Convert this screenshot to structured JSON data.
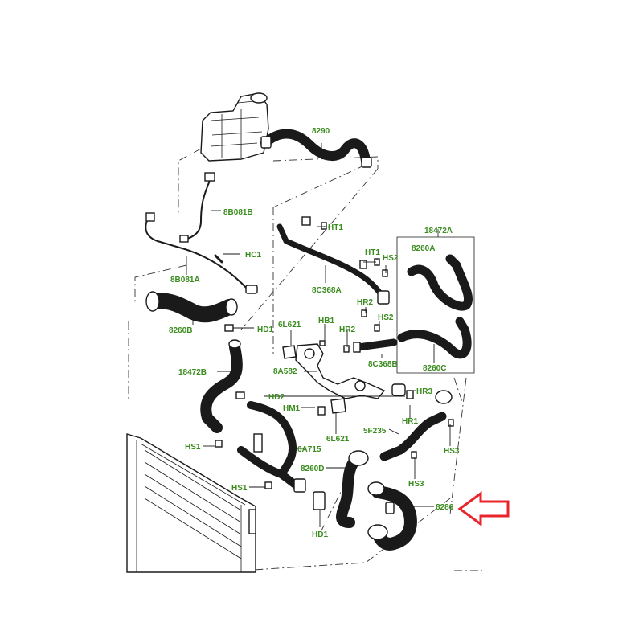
{
  "colors": {
    "label": "#3a8c1e",
    "arrow": "#e8252b",
    "line": "#1a1a1a"
  },
  "labels": {
    "l8290": "8290",
    "l8B081B": "8B081B",
    "l8B081A": "8B081A",
    "lHC1": "HC1",
    "lHT1a": "HT1",
    "lHT1b": "HT1",
    "lHS2a": "HS2",
    "lHS2b": "HS2",
    "l18472A": "18472A",
    "l8260A": "8260A",
    "l8C368A": "8C368A",
    "lHR2a": "HR2",
    "lHR2b": "HR2",
    "l8260B": "8260B",
    "lHD1a": "HD1",
    "lHD1b": "HD1",
    "l6L621a": "6L621",
    "l6L621b": "6L621",
    "lHB1": "HB1",
    "l8A582": "8A582",
    "l8C368B": "8C368B",
    "l8260C": "8260C",
    "l18472B": "18472B",
    "lHD2": "HD2",
    "lHM1": "HM1",
    "lHR3": "HR3",
    "lHR1": "HR1",
    "l5F235": "5F235",
    "lHS1a": "HS1",
    "lHS1b": "HS1",
    "l6A715": "6A715",
    "lHS3a": "HS3",
    "lHS3b": "HS3",
    "l8260D": "8260D",
    "l8286": "8286"
  }
}
